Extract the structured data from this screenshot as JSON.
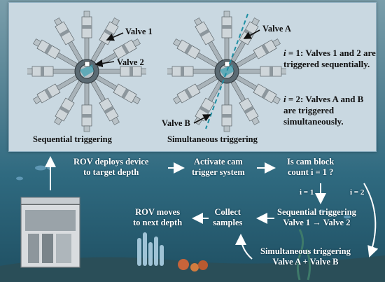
{
  "panel": {
    "left_caption": "Sequential triggering",
    "right_caption": "Simultaneous triggering",
    "labels": {
      "valve1": "Valve 1",
      "valve2": "Valve 2",
      "valveA": "Valve A",
      "valveB": "Valve B"
    },
    "notes": {
      "i1_var": "i",
      "i1_text": " = 1: Valves 1 and 2 are triggered sequentially.",
      "i2_var": "i",
      "i2_text": " = 2: Valves A and B are triggered simultaneously."
    }
  },
  "flow": {
    "step1_line1": "ROV deploys device",
    "step1_line2": "to target depth",
    "step2_line1": "Activate cam",
    "step2_line2": "trigger system",
    "step3_line1": "Is cam block",
    "step3_line2": "count i = 1 ?",
    "branch1": "i = 1",
    "branch2": "i = 2",
    "seq_line1": "Sequential triggering",
    "seq_line2": "Valve 1 → Valve 2",
    "sim_line1": "Simultaneous triggering",
    "sim_line2": "Valve A + Valve B",
    "collect_line1": "Collect",
    "collect_line2": "samples",
    "move_line1": "ROV moves",
    "move_line2": "to next depth"
  },
  "colors": {
    "panel_bg": "#c9d8e1",
    "sea_top": "#7a9eab",
    "sea_bottom": "#1f4f62",
    "dashed_line": "#1f8fa3",
    "arrow": "#ffffff"
  }
}
